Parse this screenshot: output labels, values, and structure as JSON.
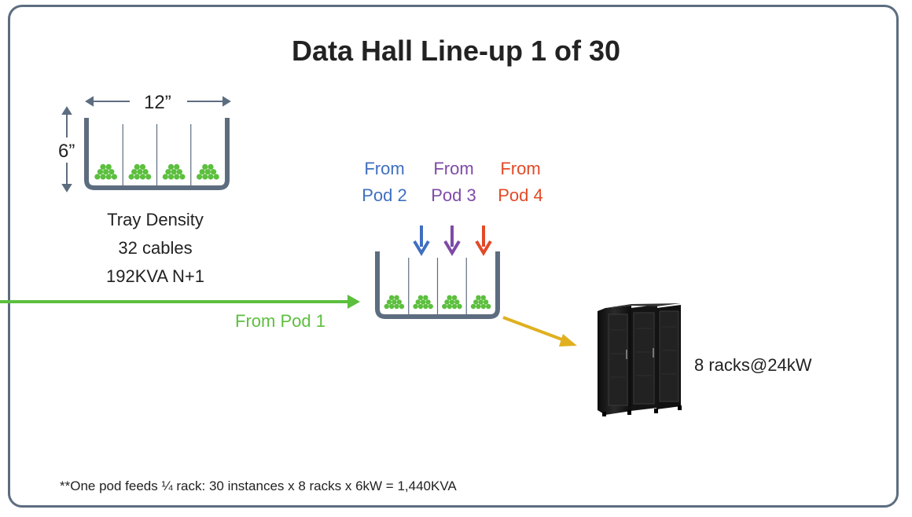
{
  "title": "Data Hall Line-up 1 of 30",
  "tray_dims": {
    "width": "12”",
    "height": "6”"
  },
  "tray_density": {
    "line1": "Tray Density",
    "line2": "32 cables",
    "line3": "192KVA N+1"
  },
  "sources": [
    {
      "line1": "From",
      "line2": "Pod 2",
      "color": "#3f6fbf"
    },
    {
      "line1": "From",
      "line2": "Pod 3",
      "color": "#7e4aa6"
    },
    {
      "line1": "From",
      "line2": "Pod 4",
      "color": "#e24a27"
    }
  ],
  "pod1": {
    "label": "From Pod 1",
    "color": "#5cbf3e"
  },
  "racks": {
    "label": "8 racks@24kW"
  },
  "footnote": "**One pod feeds ¼ rack: 30 instances x  8 racks x 6kW =  1,440KVA",
  "colors": {
    "border": "#5d6d80",
    "tray": "#5d6d80",
    "cable": "#5cbf3e",
    "output_arrow": "#e0b020",
    "rack": "#1a1a1a"
  }
}
